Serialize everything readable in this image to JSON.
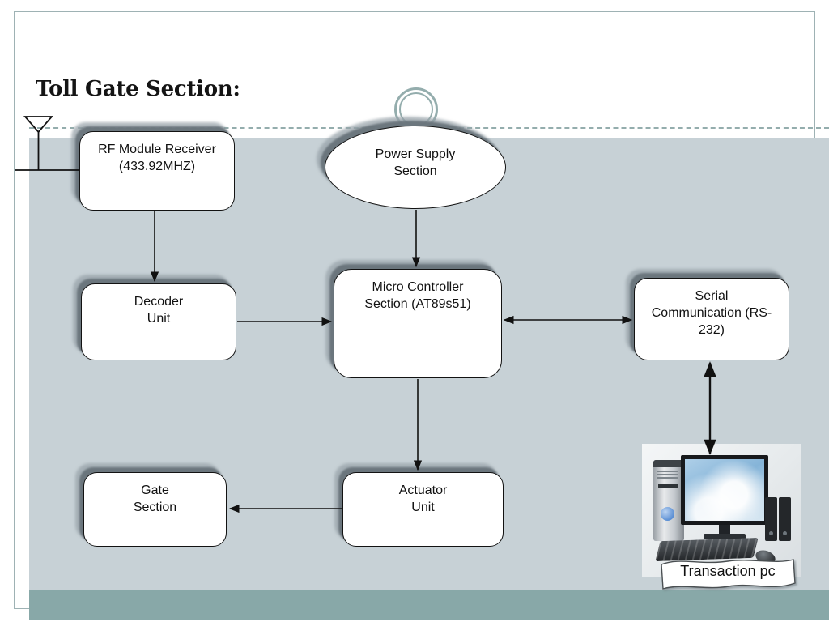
{
  "slide": {
    "title": "Toll Gate Section:"
  },
  "nodes": {
    "rf_module": {
      "lines": [
        "RF Module Receiver",
        "(433.92MHZ)"
      ]
    },
    "power_supply": {
      "lines": [
        "Power Supply",
        "Section"
      ]
    },
    "decoder": {
      "lines": [
        "Decoder",
        "Unit"
      ]
    },
    "micro_controller": {
      "lines": [
        "Micro Controller",
        "Section (AT89s51)"
      ]
    },
    "serial_comm": {
      "lines": [
        "Serial",
        "Communication (RS-",
        "232)"
      ]
    },
    "gate_section": {
      "lines": [
        "Gate",
        "Section"
      ]
    },
    "actuator": {
      "lines": [
        "Actuator",
        "Unit"
      ]
    },
    "transaction_pc": {
      "label": "Transaction pc"
    }
  },
  "icons": {
    "antenna": "antenna-icon",
    "ornament": "double-ring-circle-icon",
    "computer": "desktop-pc-photo"
  },
  "colors": {
    "diagram_bg": "#c7d1d6",
    "footer_band": "#88a8a8",
    "accent_ring": "#94adad",
    "box_fill": "#ffffff",
    "box_border": "#121212",
    "shadow": "#68737a"
  }
}
